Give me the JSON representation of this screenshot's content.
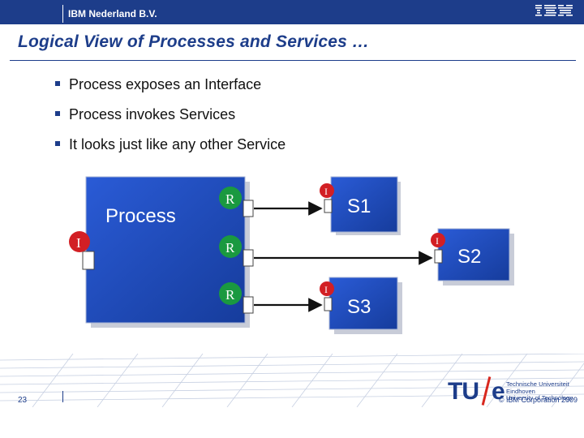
{
  "header": {
    "company": "IBM Nederland B.V.",
    "logo_text": "IBM",
    "title": "Logical View of Processes and Services …"
  },
  "bullets": [
    "Process exposes an Interface",
    "Process invokes Services",
    "It looks just like any other Service"
  ],
  "diagram": {
    "process_label": "Process",
    "interface_badge": "I",
    "reference_badge": "R",
    "services": [
      "S1",
      "S2",
      "S3"
    ]
  },
  "footer": {
    "page_number": "23",
    "copyright": "© IBM Corporation 2009",
    "tue_logo": "TU/e",
    "tue_university": "Technische Universiteit\nEindhoven\nUniversity of Technology"
  },
  "colors": {
    "ibm_blue": "#1d3d8a",
    "box_blue": "#1f4bb8",
    "badge_red": "#d21f24"
  }
}
